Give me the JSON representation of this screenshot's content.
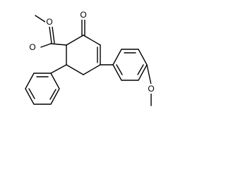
{
  "molecule": {
    "atom_labels": {
      "ester_carbonyl_oxygen": "O",
      "ester_ether_oxygen": "O",
      "ketone_oxygen": "O",
      "methoxy_oxygen": "O"
    },
    "colors": {
      "bond": "#000000",
      "label": "#000000",
      "background": "#ffffff"
    }
  }
}
